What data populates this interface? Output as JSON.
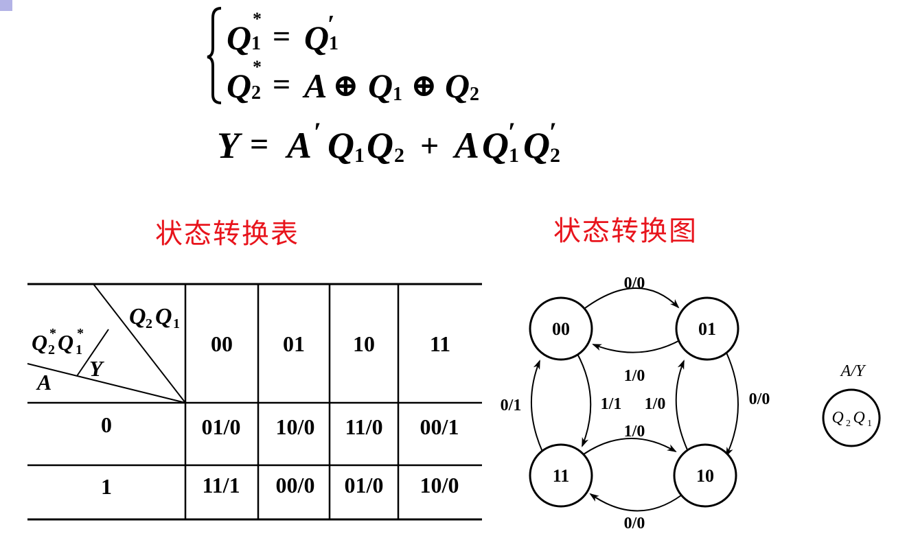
{
  "equations": {
    "q1_lhs": "Q",
    "q1_lhs_sub": "1",
    "q1_lhs_sup": "*",
    "equals": "=",
    "q1_rhs": "Q",
    "q1_rhs_prime": "′",
    "q1_rhs_sub": "1",
    "q2_lhs": "Q",
    "q2_lhs_sub": "2",
    "q2_lhs_sup": "*",
    "q2_rhs_a": "A",
    "xor": "⊕",
    "q2_rhs_q": "Q",
    "q2_rhs_q1_sub": "1",
    "q2_rhs_q2_sub": "2",
    "y_lhs": "Y",
    "y_a": "A",
    "prime": "′",
    "y_q": "Q",
    "sub1": "1",
    "sub2": "2",
    "plus": "+"
  },
  "table_title": "状态转换表",
  "diagram_title": "状态转换图",
  "table": {
    "corner": {
      "col_var": "Q",
      "col_sub2": "2",
      "col_sub1": "1",
      "next_var": "Q",
      "next_sup": "*",
      "next_sub2": "2",
      "next_sub1": "1",
      "y": "Y",
      "a": "A"
    },
    "columns": [
      "00",
      "01",
      "10",
      "11"
    ],
    "rows": [
      {
        "a": "0",
        "cells": [
          "01/0",
          "10/0",
          "11/0",
          "00/1"
        ]
      },
      {
        "a": "1",
        "cells": [
          "11/1",
          "00/0",
          "01/0",
          "10/0"
        ]
      }
    ]
  },
  "state_diagram": {
    "states": [
      "00",
      "01",
      "11",
      "10"
    ],
    "transitions": {
      "s00_to_01": "0/0",
      "s01_to_00": "1/0",
      "s00_to_11": "1/1",
      "s11_to_00": "0/1",
      "s01_to_10": "0/0",
      "s10_to_01": "1/0",
      "s11_to_10": "1/0",
      "s10_to_11": "0/0"
    },
    "legend": {
      "label": "A/Y",
      "state_q": "Q",
      "state_sub2": "2",
      "state_sub1": "1"
    }
  }
}
